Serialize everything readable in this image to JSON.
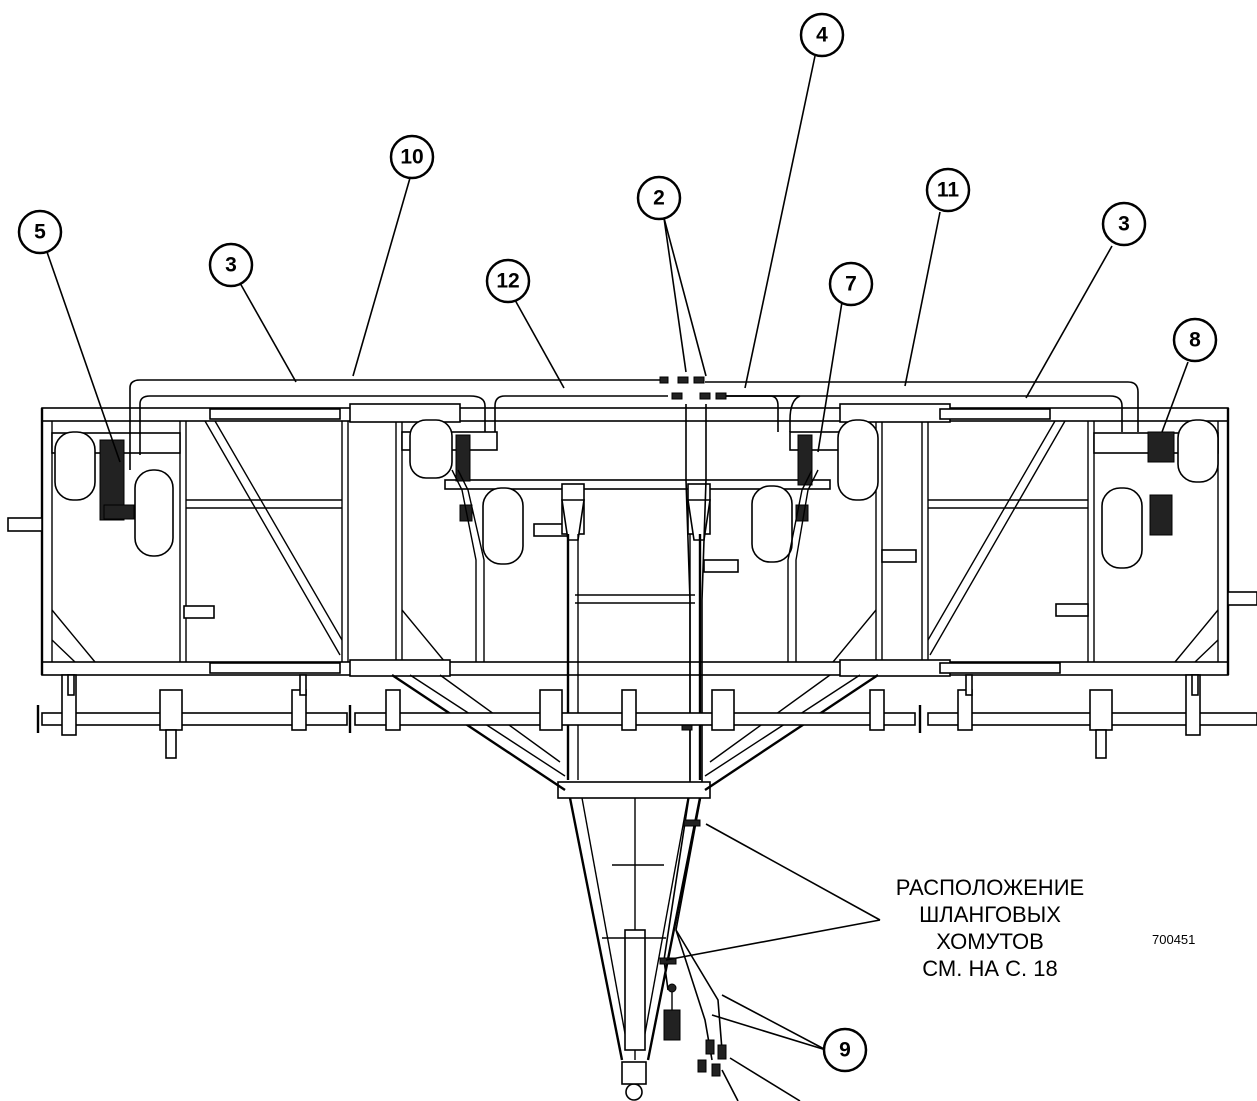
{
  "callouts": [
    {
      "label": "2"
    },
    {
      "label": "3"
    },
    {
      "label": "3"
    },
    {
      "label": "4"
    },
    {
      "label": "5"
    },
    {
      "label": "7"
    },
    {
      "label": "8"
    },
    {
      "label": "9"
    },
    {
      "label": "10"
    },
    {
      "label": "11"
    },
    {
      "label": "12"
    }
  ],
  "note": {
    "line1": "РАСПОЛОЖЕНИЕ",
    "line2": "ШЛАНГОВЫХ",
    "line3": "ХОМУТОВ",
    "line4": "СМ. НА С. 18"
  },
  "figure_number": "700451"
}
